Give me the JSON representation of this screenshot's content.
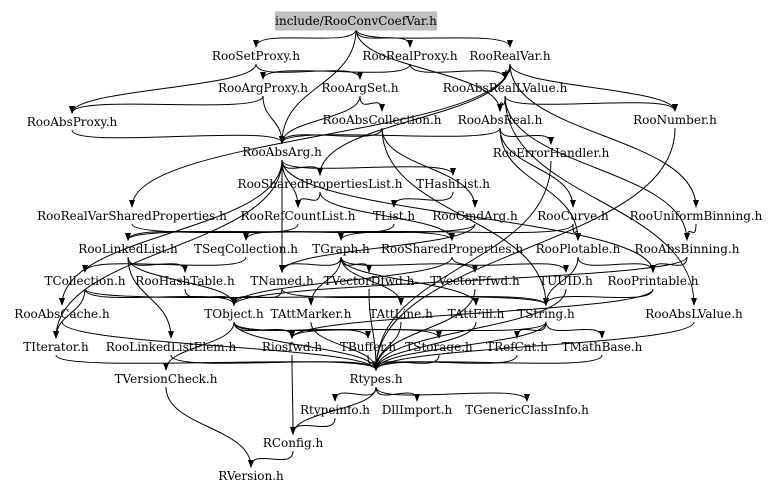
{
  "graph": {
    "root": "include/RooConvCoefVar.h",
    "root_fill": "#bfbfbf",
    "edge_color": "#000000",
    "nodes": [
      {
        "id": "root",
        "label": "include/RooConvCoefVar.h"
      },
      {
        "id": "RooSetProxy",
        "label": "RooSetProxy.h"
      },
      {
        "id": "RooRealProxy",
        "label": "RooRealProxy.h"
      },
      {
        "id": "RooRealVar",
        "label": "RooRealVar.h"
      },
      {
        "id": "RooArgProxy",
        "label": "RooArgProxy.h"
      },
      {
        "id": "RooArgSet",
        "label": "RooArgSet.h"
      },
      {
        "id": "RooAbsRealLValue",
        "label": "RooAbsRealLValue.h"
      },
      {
        "id": "RooAbsProxy",
        "label": "RooAbsProxy.h"
      },
      {
        "id": "RooAbsCollection",
        "label": "RooAbsCollection.h"
      },
      {
        "id": "RooAbsReal",
        "label": "RooAbsReal.h"
      },
      {
        "id": "RooNumber",
        "label": "RooNumber.h"
      },
      {
        "id": "RooAbsArg",
        "label": "RooAbsArg.h"
      },
      {
        "id": "RooErrorHandler",
        "label": "RooErrorHandler.h"
      },
      {
        "id": "RooSharedPropertiesList",
        "label": "RooSharedPropertiesList.h"
      },
      {
        "id": "THashList",
        "label": "THashList.h"
      },
      {
        "id": "RooRealVarSharedProperties",
        "label": "RooRealVarSharedProperties.h"
      },
      {
        "id": "RooRefCountList",
        "label": "RooRefCountList.h"
      },
      {
        "id": "TList",
        "label": "TList.h"
      },
      {
        "id": "RooCmdArg",
        "label": "RooCmdArg.h"
      },
      {
        "id": "RooCurve",
        "label": "RooCurve.h"
      },
      {
        "id": "RooUniformBinning",
        "label": "RooUniformBinning.h"
      },
      {
        "id": "RooLinkedList",
        "label": "RooLinkedList.h"
      },
      {
        "id": "TSeqCollection",
        "label": "TSeqCollection.h"
      },
      {
        "id": "TGraph",
        "label": "TGraph.h"
      },
      {
        "id": "RooSharedProperties",
        "label": "RooSharedProperties.h"
      },
      {
        "id": "RooPlotable",
        "label": "RooPlotable.h"
      },
      {
        "id": "RooAbsBinning",
        "label": "RooAbsBinning.h"
      },
      {
        "id": "TCollection",
        "label": "TCollection.h"
      },
      {
        "id": "RooHashTable",
        "label": "RooHashTable.h"
      },
      {
        "id": "TNamed",
        "label": "TNamed.h"
      },
      {
        "id": "TVectorDfwd",
        "label": "TVectorDfwd.h"
      },
      {
        "id": "TVectorFfwd",
        "label": "TVectorFfwd.h"
      },
      {
        "id": "TUUID",
        "label": "TUUID.h"
      },
      {
        "id": "RooPrintable",
        "label": "RooPrintable.h"
      },
      {
        "id": "RooAbsCache",
        "label": "RooAbsCache.h"
      },
      {
        "id": "TObject",
        "label": "TObject.h"
      },
      {
        "id": "TAttMarker",
        "label": "TAttMarker.h"
      },
      {
        "id": "TAttLine",
        "label": "TAttLine.h"
      },
      {
        "id": "TAttFill",
        "label": "TAttFill.h"
      },
      {
        "id": "TString",
        "label": "TString.h"
      },
      {
        "id": "RooAbsLValue",
        "label": "RooAbsLValue.h"
      },
      {
        "id": "TIterator",
        "label": "TIterator.h"
      },
      {
        "id": "RooLinkedListElem",
        "label": "RooLinkedListElem.h"
      },
      {
        "id": "Riosfwd",
        "label": "Riosfwd.h"
      },
      {
        "id": "TBuffer",
        "label": "TBuffer.h"
      },
      {
        "id": "TStorage",
        "label": "TStorage.h"
      },
      {
        "id": "TRefCnt",
        "label": "TRefCnt.h"
      },
      {
        "id": "TMathBase",
        "label": "TMathBase.h"
      },
      {
        "id": "TVersionCheck",
        "label": "TVersionCheck.h"
      },
      {
        "id": "Rtypes",
        "label": "Rtypes.h"
      },
      {
        "id": "Rtypeinfo",
        "label": "Rtypeinfo.h"
      },
      {
        "id": "DllImport",
        "label": "DllImport.h"
      },
      {
        "id": "TGenericClassInfo",
        "label": "TGenericClassInfo.h"
      },
      {
        "id": "RConfig",
        "label": "RConfig.h"
      },
      {
        "id": "RVersion",
        "label": "RVersion.h"
      }
    ],
    "edges": [
      [
        "root",
        "RooSetProxy"
      ],
      [
        "root",
        "RooRealProxy"
      ],
      [
        "root",
        "RooRealVar"
      ],
      [
        "root",
        "RooAbsArg"
      ],
      [
        "root",
        "RooAbsReal"
      ],
      [
        "RooSetProxy",
        "RooAbsProxy"
      ],
      [
        "RooSetProxy",
        "RooArgSet"
      ],
      [
        "RooRealProxy",
        "RooArgProxy"
      ],
      [
        "RooRealProxy",
        "RooAbsRealLValue"
      ],
      [
        "RooRealVar",
        "RooAbsRealLValue"
      ],
      [
        "RooRealVar",
        "RooNumber"
      ],
      [
        "RooRealVar",
        "RooSharedPropertiesList"
      ],
      [
        "RooRealVar",
        "RooRealVarSharedProperties"
      ],
      [
        "RooRealVar",
        "RooUniformBinning"
      ],
      [
        "RooArgProxy",
        "RooAbsProxy"
      ],
      [
        "RooArgProxy",
        "RooAbsArg"
      ],
      [
        "RooArgSet",
        "RooAbsCollection"
      ],
      [
        "RooArgSet",
        "RooAbsArg"
      ],
      [
        "RooAbsRealLValue",
        "RooAbsReal"
      ],
      [
        "RooAbsRealLValue",
        "RooNumber"
      ],
      [
        "RooAbsRealLValue",
        "RooAbsBinning"
      ],
      [
        "RooAbsRealLValue",
        "RooAbsLValue"
      ],
      [
        "RooAbsProxy",
        "RooAbsArg"
      ],
      [
        "RooAbsCollection",
        "RooAbsArg"
      ],
      [
        "RooAbsCollection",
        "TString"
      ],
      [
        "RooAbsCollection",
        "RooCmdArg"
      ],
      [
        "RooAbsReal",
        "RooAbsArg"
      ],
      [
        "RooAbsReal",
        "RooErrorHandler"
      ],
      [
        "RooAbsReal",
        "RooCurve"
      ],
      [
        "RooAbsReal",
        "RooPlotable"
      ],
      [
        "RooNumber",
        "Rtypes"
      ],
      [
        "RooAbsArg",
        "RooSharedPropertiesList"
      ],
      [
        "RooAbsArg",
        "RooRefCountList"
      ],
      [
        "RooAbsArg",
        "THashList"
      ],
      [
        "RooAbsArg",
        "RooAbsCache"
      ],
      [
        "RooAbsArg",
        "TNamed"
      ],
      [
        "RooAbsArg",
        "RooPrintable"
      ],
      [
        "RooAbsArg",
        "TIterator"
      ],
      [
        "RooErrorHandler",
        "Rtypes"
      ],
      [
        "RooSharedPropertiesList",
        "RooRefCountList"
      ],
      [
        "RooSharedPropertiesList",
        "RooSharedProperties"
      ],
      [
        "THashList",
        "TList"
      ],
      [
        "RooRealVarSharedProperties",
        "RooSharedProperties"
      ],
      [
        "RooRefCountList",
        "RooLinkedList"
      ],
      [
        "TList",
        "TSeqCollection"
      ],
      [
        "RooCmdArg",
        "TNamed"
      ],
      [
        "RooCmdArg",
        "RooLinkedList"
      ],
      [
        "RooCurve",
        "TGraph"
      ],
      [
        "RooCurve",
        "RooPlotable"
      ],
      [
        "RooUniformBinning",
        "RooAbsBinning"
      ],
      [
        "RooLinkedList",
        "RooHashTable"
      ],
      [
        "RooLinkedList",
        "RooLinkedListElem"
      ],
      [
        "RooLinkedList",
        "TObject"
      ],
      [
        "TSeqCollection",
        "TCollection"
      ],
      [
        "TGraph",
        "TNamed"
      ],
      [
        "TGraph",
        "TAttLine"
      ],
      [
        "TGraph",
        "TAttFill"
      ],
      [
        "TGraph",
        "TAttMarker"
      ],
      [
        "TGraph",
        "TVectorDfwd"
      ],
      [
        "TGraph",
        "TVectorFfwd"
      ],
      [
        "RooSharedProperties",
        "TUUID"
      ],
      [
        "RooSharedProperties",
        "TObject"
      ],
      [
        "RooPlotable",
        "RooPrintable"
      ],
      [
        "RooPlotable",
        "TString"
      ],
      [
        "RooAbsBinning",
        "TObject"
      ],
      [
        "RooAbsBinning",
        "RooPrintable"
      ],
      [
        "TCollection",
        "TObject"
      ],
      [
        "TCollection",
        "TIterator"
      ],
      [
        "TCollection",
        "TString"
      ],
      [
        "RooHashTable",
        "TObject"
      ],
      [
        "TNamed",
        "TObject"
      ],
      [
        "TNamed",
        "TString"
      ],
      [
        "TVectorDfwd",
        "Rtypes"
      ],
      [
        "TVectorFfwd",
        "Rtypes"
      ],
      [
        "TUUID",
        "Rtypes"
      ],
      [
        "RooPrintable",
        "Riosfwd"
      ],
      [
        "RooPrintable",
        "TString"
      ],
      [
        "RooAbsCache",
        "Rtypes"
      ],
      [
        "TObject",
        "Rtypes"
      ],
      [
        "TObject",
        "TStorage"
      ],
      [
        "TObject",
        "TVersionCheck"
      ],
      [
        "TObject",
        "Riosfwd"
      ],
      [
        "TObject",
        "TBuffer"
      ],
      [
        "TAttMarker",
        "Rtypes"
      ],
      [
        "TAttLine",
        "Rtypes"
      ],
      [
        "TAttFill",
        "Rtypes"
      ],
      [
        "TString",
        "TRefCnt"
      ],
      [
        "TString",
        "TMathBase"
      ],
      [
        "TString",
        "Riosfwd"
      ],
      [
        "TString",
        "Rtypes"
      ],
      [
        "RooAbsLValue",
        "Rtypes"
      ],
      [
        "TIterator",
        "Rtypes"
      ],
      [
        "RooLinkedListElem",
        "Rtypes"
      ],
      [
        "Riosfwd",
        "RConfig"
      ],
      [
        "TBuffer",
        "Rtypes"
      ],
      [
        "TStorage",
        "Rtypes"
      ],
      [
        "TRefCnt",
        "Rtypes"
      ],
      [
        "TMathBase",
        "Rtypes"
      ],
      [
        "TVersionCheck",
        "RVersion"
      ],
      [
        "Rtypes",
        "RConfig"
      ],
      [
        "Rtypes",
        "Rtypeinfo"
      ],
      [
        "Rtypes",
        "DllImport"
      ],
      [
        "Rtypes",
        "TGenericClassInfo"
      ],
      [
        "Rtypeinfo",
        "RConfig"
      ],
      [
        "RConfig",
        "RVersion"
      ]
    ]
  }
}
